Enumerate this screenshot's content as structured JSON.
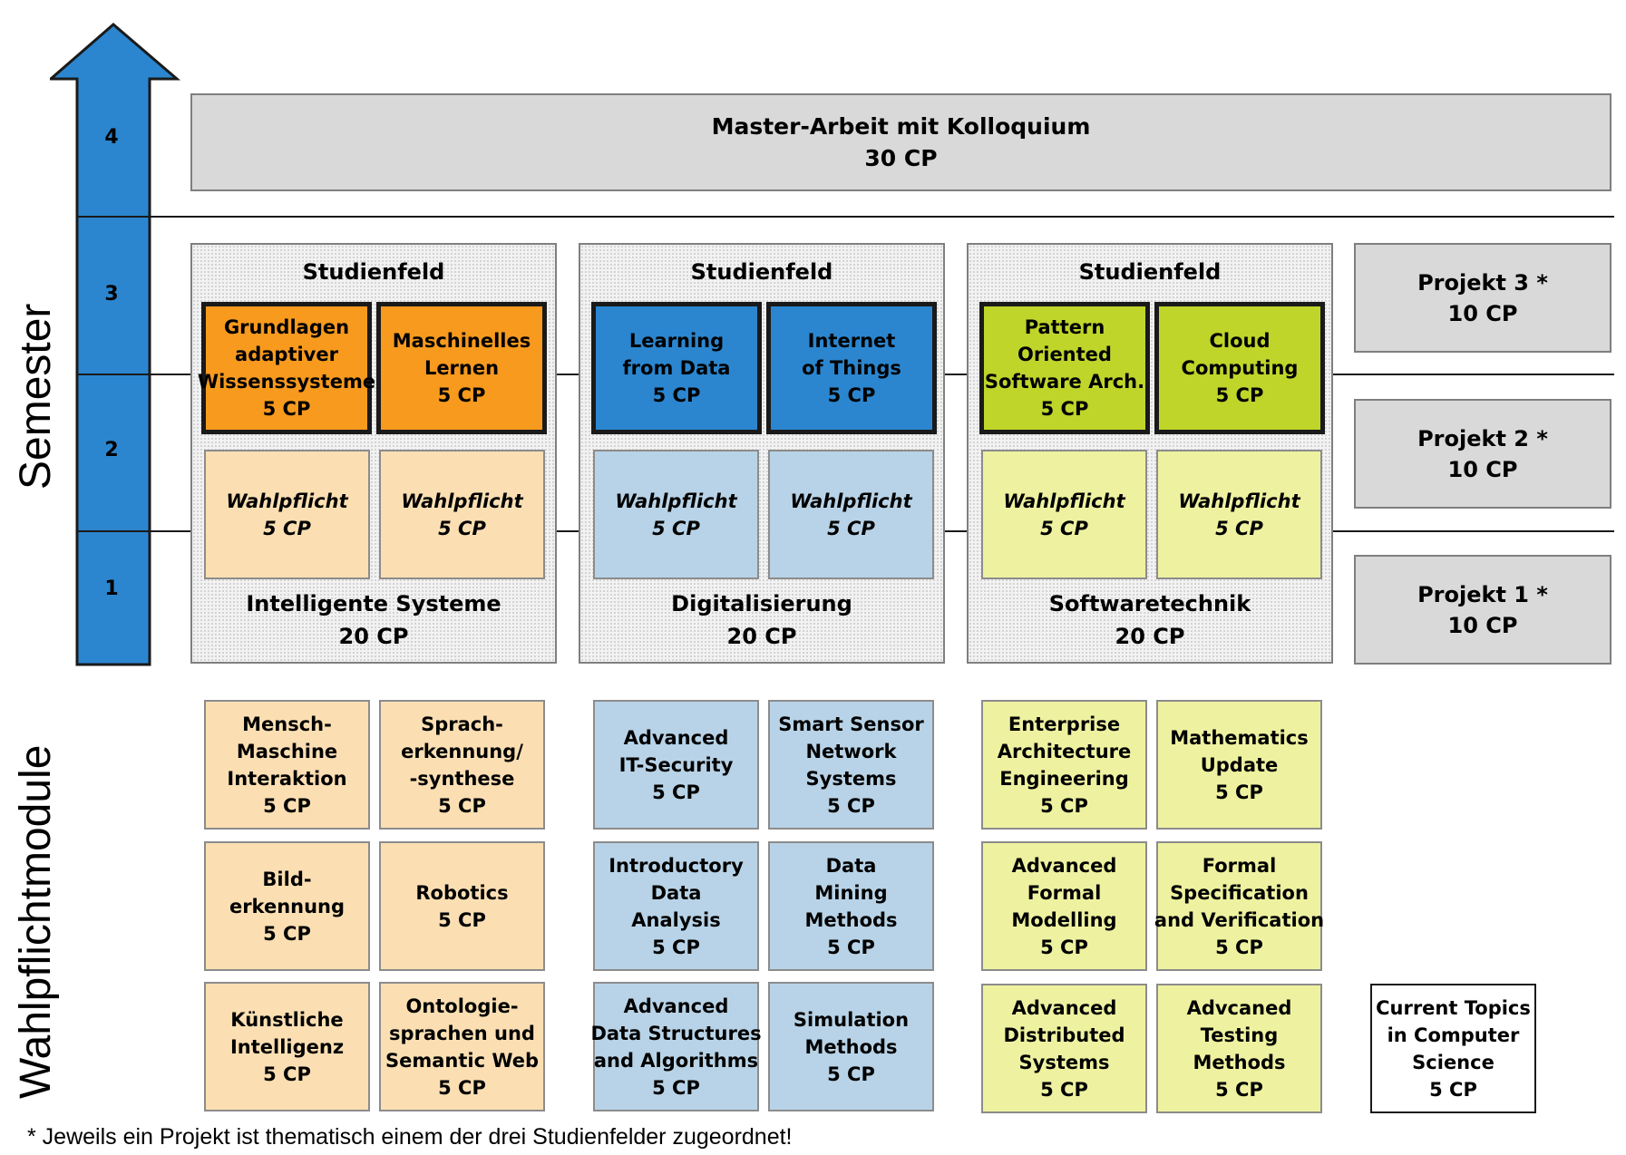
{
  "axis": {
    "semester_label": "Semester",
    "wahlpflicht_label": "Wahlpflichtmodule",
    "semesters": [
      "4",
      "3",
      "2",
      "1"
    ]
  },
  "master": {
    "title": "Master-Arbeit mit Kolloquium",
    "cp": "30 CP"
  },
  "fields": [
    {
      "heading": "Studienfeld",
      "name": "Intelligente Systeme",
      "cp": "20 CP",
      "core": [
        {
          "lines": [
            "Grundlagen",
            "adaptiver",
            "Wissenssysteme",
            "5 CP"
          ]
        },
        {
          "lines": [
            "Maschinelles",
            "Lernen",
            "5 CP"
          ]
        }
      ],
      "wahlpflicht": [
        {
          "lines": [
            "Wahlpflicht",
            "5 CP"
          ]
        },
        {
          "lines": [
            "Wahlpflicht",
            "5 CP"
          ]
        }
      ]
    },
    {
      "heading": "Studienfeld",
      "name": "Digitalisierung",
      "cp": "20 CP",
      "core": [
        {
          "lines": [
            "Learning",
            "from Data",
            "5 CP"
          ]
        },
        {
          "lines": [
            "Internet",
            "of Things",
            "5 CP"
          ]
        }
      ],
      "wahlpflicht": [
        {
          "lines": [
            "Wahlpflicht",
            "5 CP"
          ]
        },
        {
          "lines": [
            "Wahlpflicht",
            "5 CP"
          ]
        }
      ]
    },
    {
      "heading": "Studienfeld",
      "name": "Softwaretechnik",
      "cp": "20 CP",
      "core": [
        {
          "lines": [
            "Pattern",
            "Oriented",
            "Software Arch.",
            "5 CP"
          ]
        },
        {
          "lines": [
            "Cloud",
            "Computing",
            "5 CP"
          ]
        }
      ],
      "wahlpflicht": [
        {
          "lines": [
            "Wahlpflicht",
            "5 CP"
          ]
        },
        {
          "lines": [
            "Wahlpflicht",
            "5 CP"
          ]
        }
      ]
    }
  ],
  "projects": [
    {
      "title": "Projekt 3 *",
      "cp": "10 CP"
    },
    {
      "title": "Projekt 2 *",
      "cp": "10 CP"
    },
    {
      "title": "Projekt 1 *",
      "cp": "10 CP"
    }
  ],
  "electives": [
    {
      "lines": [
        "Mensch-",
        "Maschine",
        "Interaktion",
        "5 CP"
      ]
    },
    {
      "lines": [
        "Sprach-",
        "erkennung/",
        "-synthese",
        "5 CP"
      ]
    },
    {
      "lines": [
        "Bild-",
        "erkennung",
        "5 CP"
      ]
    },
    {
      "lines": [
        "Robotics",
        "5 CP"
      ]
    },
    {
      "lines": [
        "Künstliche",
        "Intelligenz",
        "5 CP"
      ]
    },
    {
      "lines": [
        "Ontologie-",
        "sprachen und",
        "Semantic Web",
        "5 CP"
      ]
    },
    {
      "lines": [
        "Advanced",
        "IT-Security",
        "5 CP"
      ]
    },
    {
      "lines": [
        "Smart Sensor",
        "Network",
        "Systems",
        "5 CP"
      ]
    },
    {
      "lines": [
        "Introductory",
        "Data",
        "Analysis",
        "5 CP"
      ]
    },
    {
      "lines": [
        "Data",
        "Mining",
        "Methods",
        "5 CP"
      ]
    },
    {
      "lines": [
        "Advanced",
        "Data Structures",
        "and Algorithms",
        "5 CP"
      ]
    },
    {
      "lines": [
        "Simulation",
        "Methods",
        "5 CP"
      ]
    },
    {
      "lines": [
        "Enterprise",
        "Architecture",
        "Engineering",
        "5 CP"
      ]
    },
    {
      "lines": [
        "Mathematics",
        "Update",
        "5 CP"
      ]
    },
    {
      "lines": [
        "Advanced",
        "Formal",
        "Modelling",
        "5 CP"
      ]
    },
    {
      "lines": [
        "Formal",
        "Specification",
        "and Verification",
        "5 CP"
      ]
    },
    {
      "lines": [
        "Advanced",
        "Distributed",
        "Systems",
        "5 CP"
      ]
    },
    {
      "lines": [
        "Advcaned",
        "Testing",
        "Methods",
        "5 CP"
      ]
    },
    {
      "lines": [
        "Current Topics",
        "in Computer",
        "Science",
        "5 CP"
      ]
    }
  ],
  "footnote": "* Jeweils ein Projekt ist thematisch einem der drei Studienfelder zugeordnet!",
  "colors": {
    "arrow": "#2b86cf",
    "intelligente_core": "#f79a1e",
    "intelligente_light": "#fbdfb3",
    "digital_core": "#2b86cf",
    "digital_light": "#b8d3e7",
    "software_core": "#bfd52a",
    "software_light": "#eef2a0",
    "gray_box": "#d9d9d9"
  }
}
